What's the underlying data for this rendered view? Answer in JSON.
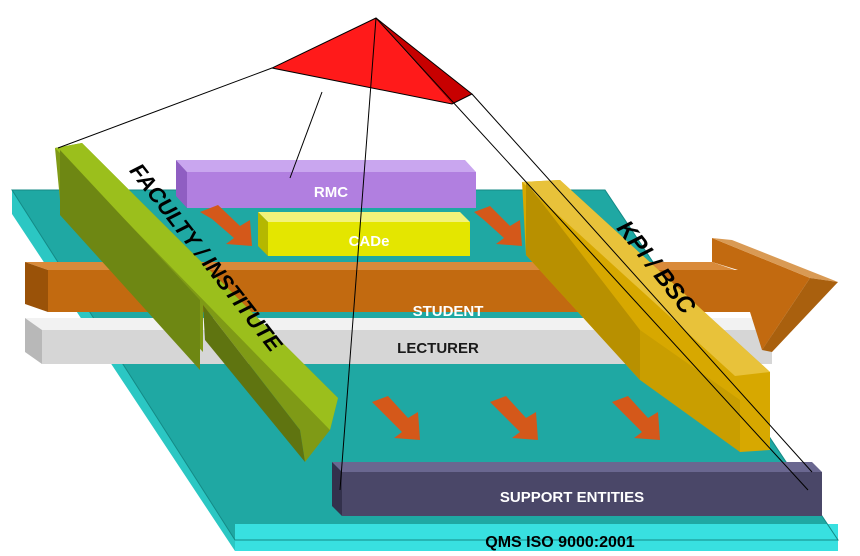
{
  "diagram": {
    "labels": {
      "rmc": "RMC",
      "cade": "CADe",
      "student": "STUDENT",
      "lecturer": "LECTURER",
      "support": "SUPPORT ENTITIES",
      "qms": "QMS ISO 9000:2001",
      "faculty": "FACULTY / INSTITUTE",
      "kpi": "KPI / BSC"
    },
    "colors": {
      "base_top": "#1ea7a3",
      "base_front": "#35e2e2",
      "pyramid": "#ff1a1a",
      "rmc": "#b17fe0",
      "cade": "#e4e600",
      "student": "#c26a10",
      "lecturer": "#d4d4d4",
      "faculty": "#7f9a16",
      "kpi": "#d7a800",
      "support": "#4a4768",
      "flow_arrow": "#d4581a"
    }
  }
}
